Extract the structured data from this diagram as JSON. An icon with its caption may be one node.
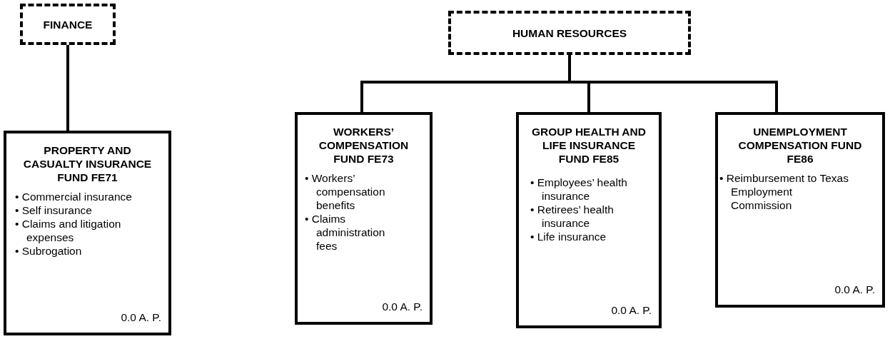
{
  "diagram": {
    "nodes": [
      {
        "text": [
          "FINANCE"
        ]
      },
      {
        "text": [
          "PROPERTY AND CASUALTY INSURANCE FUND FE71",
          "• Commercial insurance",
          "• Self insurance",
          "• Claims and litigation expenses",
          "• Subrogation",
          "0.0 A. P."
        ]
      },
      {
        "text": [
          "HUMAN RESOURCES"
        ]
      },
      {
        "text": [
          "WORKERS’ COMPENSATION FUND FE73",
          "• Workers’ compensation benefits",
          "• Claims administration fees",
          "0.0 A. P."
        ]
      },
      {
        "text": [
          "GROUP HEALTH AND LIFE INSURANCE FUND FE85",
          "• Employees’ health insurance",
          "• Retirees’ health insurance",
          "• Life insurance",
          "0.0 A. P."
        ]
      },
      {
        "text": [
          "UNEMPLOYMENT COMPENSATION FUND FE86",
          "• Reimbursement to Texas Employment Commission",
          "0.0 A. P."
        ]
      }
    ],
    "edges": [
      {
        "from": 0,
        "to": 1,
        "arrow": "none"
      },
      {
        "from": 2,
        "to": 3,
        "arrow": "none"
      },
      {
        "from": 2,
        "to": 4,
        "arrow": "none"
      },
      {
        "from": 2,
        "to": 5,
        "arrow": "none"
      }
    ]
  }
}
